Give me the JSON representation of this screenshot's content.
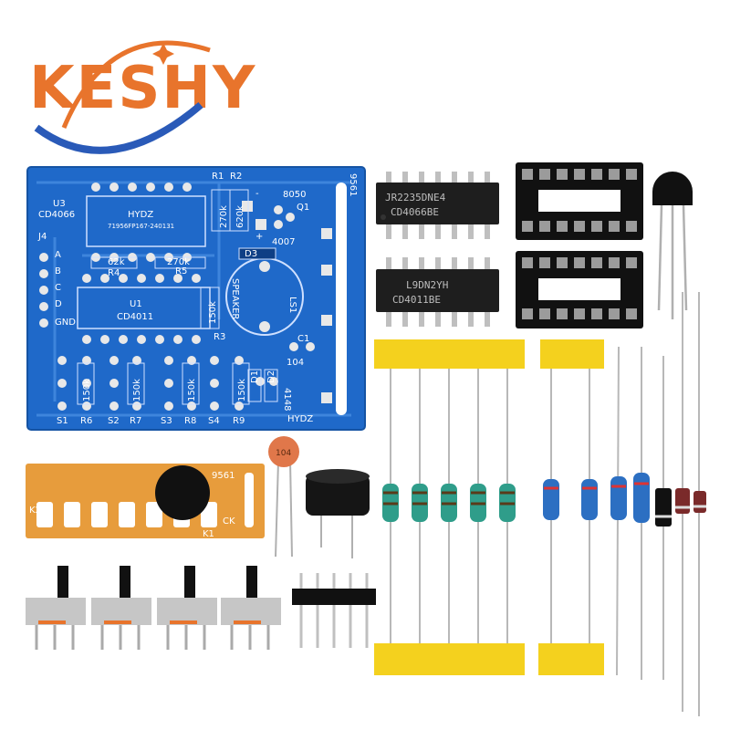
{
  "brand": {
    "logo_text": "KESHY",
    "colors": {
      "orange": "#e8742c",
      "blue": "#2a5ab8"
    }
  },
  "pcb": {
    "color": "#1f69c9",
    "labels": {
      "u3": "U3",
      "cd4066": "CD4066",
      "hydz": "HYDZ",
      "serial": "71956FP167-240131",
      "r1": "R1",
      "r2": "R2",
      "r4": "R4",
      "r5": "R5",
      "r3": "R3",
      "k62": "62k",
      "k270a": "270k",
      "k270b": "270k",
      "k620": "620k",
      "k150a": "150k",
      "d3": "D3",
      "q1": "Q1",
      "n8050": "8050",
      "n4007": "4007",
      "n9561": "9561",
      "j4": "J4",
      "a": "A",
      "b": "B",
      "c": "C",
      "d": "D",
      "gnd": "GND",
      "u1": "U1",
      "cd4011": "CD4011",
      "speaker": "SPEAKER",
      "ls1": "LS1",
      "c1": "C1",
      "n104": "104",
      "n4148": "4148",
      "hydz2": "HYDZ",
      "s1": "S1",
      "r6": "R6",
      "s2": "S2",
      "r7": "R7",
      "s3": "S3",
      "r8": "R8",
      "s4": "S4",
      "r9": "R9",
      "r150a": "150k",
      "r150b": "150k",
      "r150c": "150k",
      "r150d": "150k",
      "d1": "D1",
      "d2": "D2",
      "plus": "+",
      "minus": "-"
    }
  },
  "chips": {
    "chip1_line1": "JR2235DNE4",
    "chip1_line2": "CD4066BE",
    "chip2_line1": "L9DN2YH",
    "chip2_line2": "CD4011BE"
  },
  "sound_module": {
    "n9561": "9561",
    "k2": "K2",
    "k1": "K1",
    "ck": "CK"
  },
  "capacitor": {
    "label": "104"
  }
}
